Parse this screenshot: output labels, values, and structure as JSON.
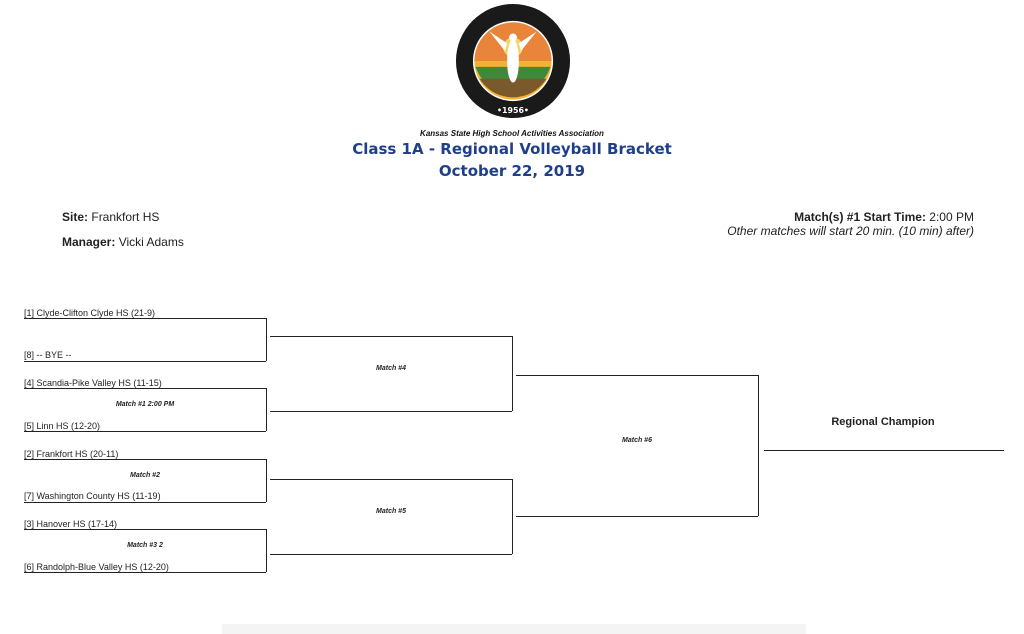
{
  "header": {
    "logo_alt_text": "Kansas State High School Activities Association, Inc. 1956",
    "organization": "Kansas State High School Activities Association",
    "title": "Class 1A - Regional Volleyball Bracket",
    "date": "October 22, 2019"
  },
  "info": {
    "site_label": "Site:",
    "site_value": "Frankfort HS",
    "manager_label": "Manager:",
    "manager_value": "Vicki Adams",
    "start_label": "Match(s) #1 Start Time:",
    "start_value": "2:00 PM",
    "other_matches": "Other matches will start 20 min. (10 min) after)"
  },
  "bracket": {
    "teams": [
      "[1] Clyde-Clifton Clyde HS (21-9)",
      "[8] -- BYE --",
      "[4] Scandia-Pike Valley HS (11-15)",
      "[5] Linn HS (12-20)",
      "[2] Frankfort HS (20-11)",
      "[7] Washington County HS (11-19)",
      "[3] Hanover HS (17-14)",
      "[6] Randolph-Blue Valley HS (12-20)"
    ],
    "match1": "Match #1 2:00 PM",
    "match2": "Match #2",
    "match3": "Match #3 2",
    "match4": "Match #4",
    "match5": "Match #5",
    "match6": "Match #6",
    "champion": "Regional Champion"
  }
}
